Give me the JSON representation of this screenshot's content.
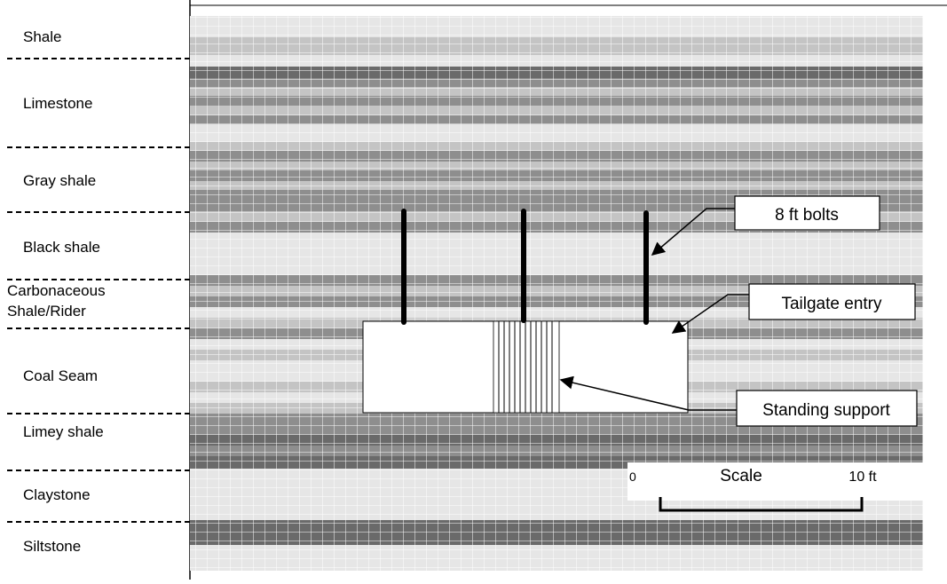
{
  "strata": [
    {
      "name": "Shale",
      "text": "Shale"
    },
    {
      "name": "Limestone",
      "text": "Limestone"
    },
    {
      "name": "Gray shale",
      "text": "Gray shale"
    },
    {
      "name": "Black shale",
      "text": "Black shale"
    },
    {
      "name": "Carbonaceous Shale/Rider",
      "lines": [
        "Carbonaceous",
        "Shale/Rider"
      ]
    },
    {
      "name": "Coal Seam",
      "text": "Coal Seam"
    },
    {
      "name": "Limey shale",
      "text": "Limey shale"
    },
    {
      "name": "Claystone",
      "text": "Claystone"
    },
    {
      "name": "Siltstone",
      "text": "Siltstone"
    }
  ],
  "callouts": {
    "bolts": "8 ft bolts",
    "entry": "Tailgate entry",
    "support": "Standing support"
  },
  "scale": {
    "zero": "0",
    "title": "Scale",
    "max": "10 ft"
  },
  "colors": {
    "band_light": "#e6e6e6",
    "band_mid": "#c4c4c4",
    "band_dark": "#8e8e8e",
    "band_darker": "#6a6a6a",
    "grid_line": "#ffffff",
    "outline": "#000000"
  }
}
